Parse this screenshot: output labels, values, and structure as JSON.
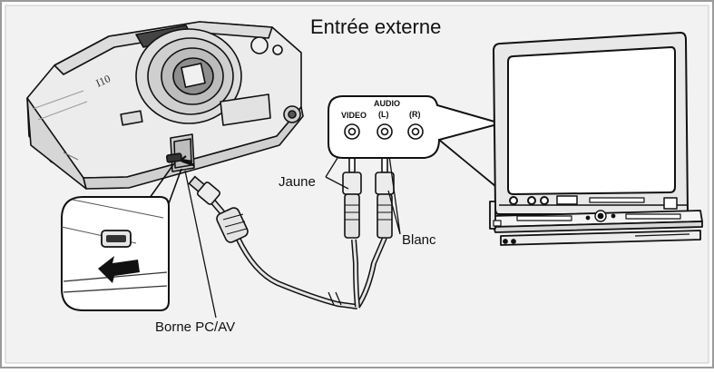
{
  "labels": {
    "external_input": "Entrée externe",
    "yellow": "Jaune",
    "white": "Blanc",
    "terminal": "Borne PC/AV"
  },
  "jacks": {
    "video": "VIDEO",
    "audio": "AUDIO",
    "left": "(L)",
    "right": "(R)"
  },
  "camera_model": "I10",
  "colors": {
    "frame": "#9a9a9a",
    "background": "#f2f2f2",
    "device_fill": "#e9e9e9",
    "screen_fill": "#ffffff",
    "line": "#111111"
  }
}
